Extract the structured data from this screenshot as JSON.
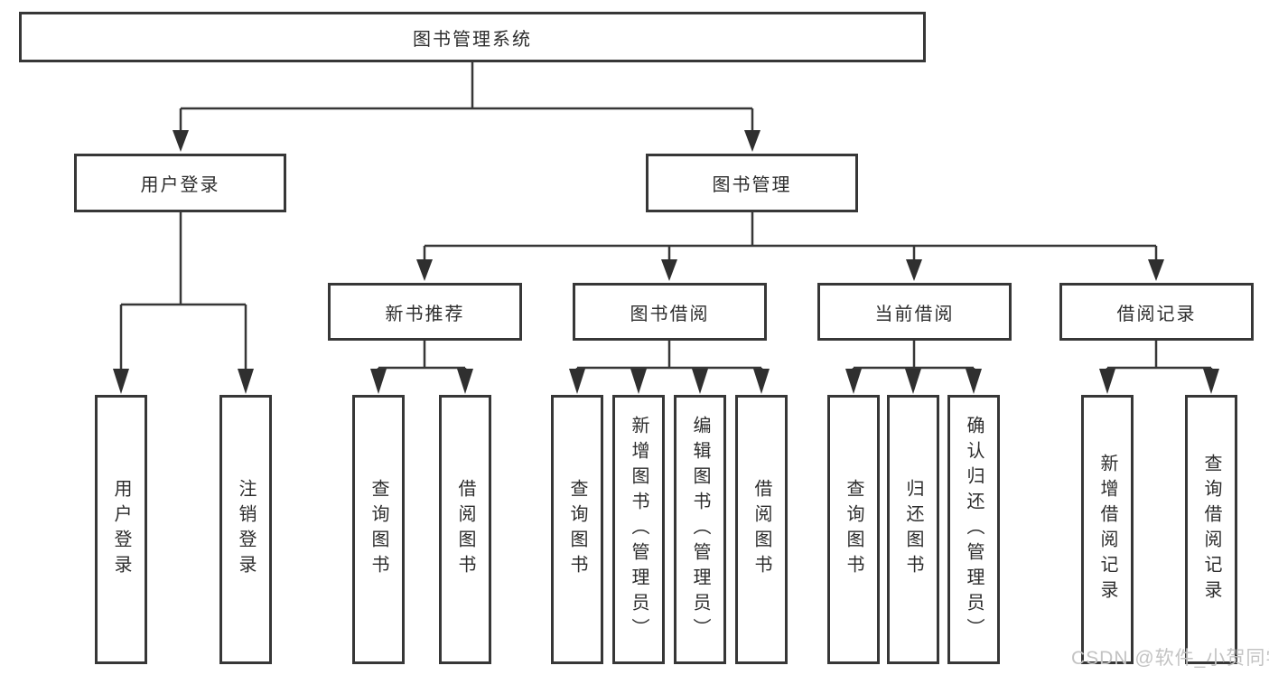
{
  "diagram": {
    "root": {
      "label": "图书管理系统"
    },
    "level1": [
      {
        "label": "用户登录"
      },
      {
        "label": "图书管理"
      }
    ],
    "level2": [
      {
        "label": "新书推荐",
        "parent": "图书管理"
      },
      {
        "label": "图书借阅",
        "parent": "图书管理"
      },
      {
        "label": "当前借阅",
        "parent": "图书管理"
      },
      {
        "label": "借阅记录",
        "parent": "图书管理"
      }
    ],
    "leaves": [
      {
        "label": "用户登录",
        "parent": "用户登录"
      },
      {
        "label": "注销登录",
        "parent": "用户登录"
      },
      {
        "label": "查询图书",
        "parent": "新书推荐"
      },
      {
        "label": "借阅图书",
        "parent": "新书推荐"
      },
      {
        "label": "查询图书",
        "parent": "图书借阅"
      },
      {
        "label": "新增图书（管理员）",
        "parent": "图书借阅"
      },
      {
        "label": "编辑图书（管理员）",
        "parent": "图书借阅"
      },
      {
        "label": "借阅图书",
        "parent": "图书借阅"
      },
      {
        "label": "查询图书",
        "parent": "当前借阅"
      },
      {
        "label": "归还图书",
        "parent": "当前借阅"
      },
      {
        "label": "确认归还（管理员）",
        "parent": "当前借阅"
      },
      {
        "label": "新增借阅记录",
        "parent": "借阅记录"
      },
      {
        "label": "查询借阅记录",
        "parent": "借阅记录"
      }
    ],
    "watermark": "CSDN @软件_小贺同学",
    "colors": {
      "line": "#373737",
      "text": "#2d2d2d",
      "watermark": "#c3c3c3",
      "background": "#ffffff"
    }
  }
}
